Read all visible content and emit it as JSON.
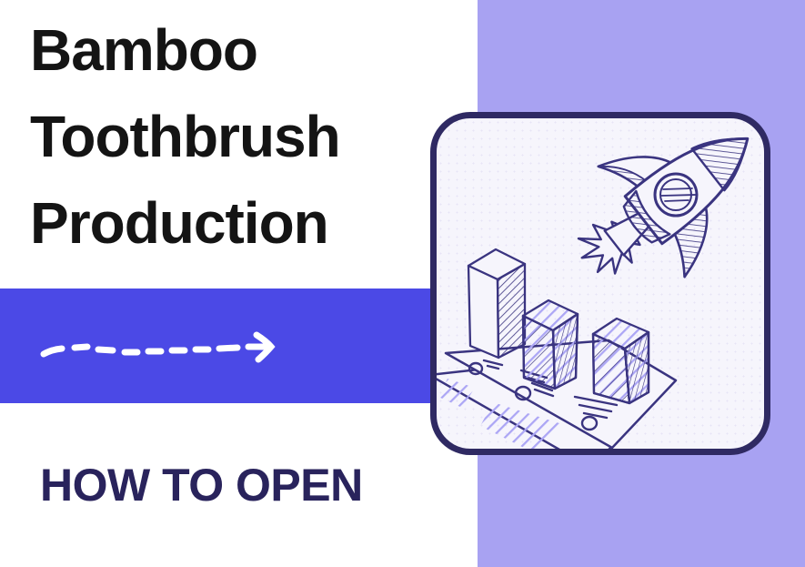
{
  "title": {
    "lines": [
      "Bamboo",
      "Toothbrush",
      "Production"
    ]
  },
  "footer": {
    "label": "HOW TO OPEN"
  },
  "colors": {
    "accent_blue": "#4B49E6",
    "lavender_panel": "#A8A2F2",
    "navy_text": "#29235C",
    "ink": "#3A3480",
    "lavender_hatch": "#ACA6F5",
    "card_background": "#F6F5FC",
    "card_border": "#2F2A63",
    "title_color": "#141414",
    "arrow_color": "#FFFFFF"
  },
  "icons": {
    "arrow": "dashed-arrow-right",
    "illustration": "rocket-launch-over-bar-chart-sketch"
  }
}
